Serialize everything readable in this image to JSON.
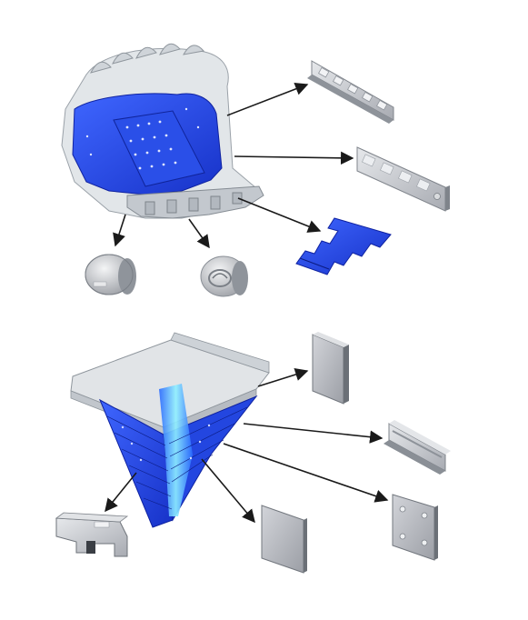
{
  "diagram": {
    "colors": {
      "background": "#ffffff",
      "liner_blue": "#1f3fd8",
      "liner_blue_light": "#3f66ff",
      "highlight_cyan": "#7fe6ff",
      "shell_grey": "#c9ced3",
      "part_grey": "#b9bcc3",
      "arrow": "#1a1a1a"
    },
    "top_assembly": {
      "name": "excavator-bucket",
      "parts": [
        {
          "name": "lip-wear-bar",
          "marks": [
            "",
            "",
            "",
            "",
            ""
          ]
        },
        {
          "name": "side-wear-bar",
          "marks": [
            "",
            "",
            "",
            "",
            ""
          ]
        },
        {
          "name": "corrugated-blue-liner-plate"
        },
        {
          "name": "heel-button-left",
          "mark": ""
        },
        {
          "name": "heel-button-right"
        }
      ]
    },
    "bottom_assembly": {
      "name": "hopper-chute",
      "parts": [
        {
          "name": "flat-wear-plate-upper"
        },
        {
          "name": "rail-wear-bar"
        },
        {
          "name": "bolted-wear-plate"
        },
        {
          "name": "flat-wear-plate-lower"
        },
        {
          "name": "bracket-clamp",
          "mark": ""
        }
      ]
    }
  }
}
